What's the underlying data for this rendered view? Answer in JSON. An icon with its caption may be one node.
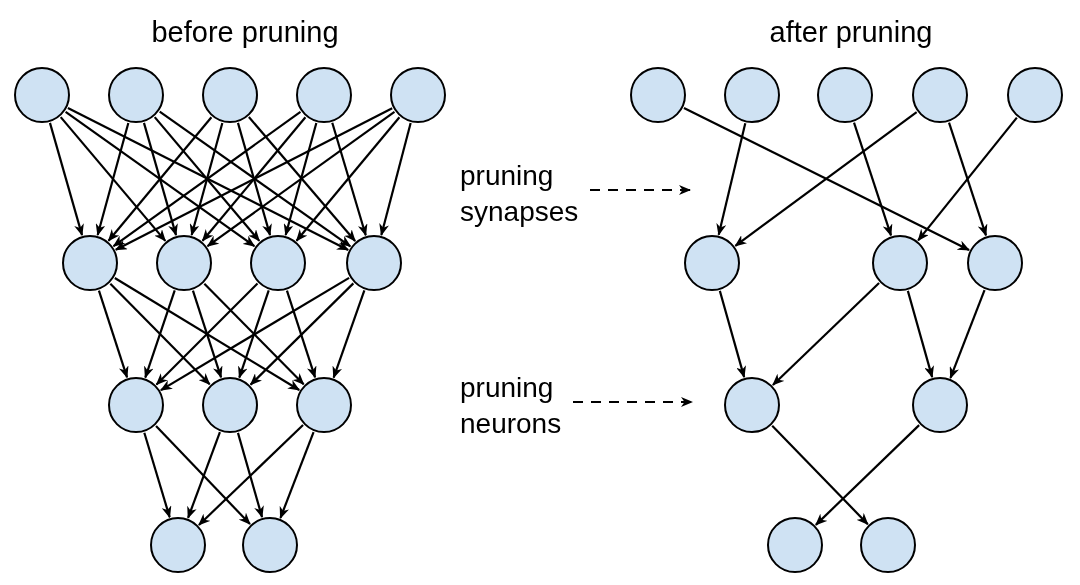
{
  "diagram": {
    "nodes": [
      {
        "text": [],
        "shape": "circle"
      },
      {
        "text": [],
        "shape": "circle"
      },
      {
        "text": [],
        "shape": "circle"
      },
      {
        "text": [],
        "shape": "circle"
      },
      {
        "text": [],
        "shape": "circle"
      },
      {
        "text": [],
        "shape": "circle"
      },
      {
        "text": [],
        "shape": "circle"
      },
      {
        "text": [],
        "shape": "circle"
      },
      {
        "text": [],
        "shape": "circle"
      },
      {
        "text": [],
        "shape": "circle"
      },
      {
        "text": [],
        "shape": "circle"
      },
      {
        "text": [],
        "shape": "circle"
      },
      {
        "text": [],
        "shape": "circle"
      },
      {
        "text": [],
        "shape": "circle"
      },
      {
        "text": [],
        "shape": "circle"
      },
      {
        "text": [],
        "shape": "circle"
      },
      {
        "text": [],
        "shape": "circle"
      },
      {
        "text": [],
        "shape": "circle"
      },
      {
        "text": [],
        "shape": "circle"
      },
      {
        "text": [],
        "shape": "circle"
      },
      {
        "text": [],
        "shape": "circle"
      },
      {
        "text": [],
        "shape": "circle"
      },
      {
        "text": [],
        "shape": "circle"
      },
      {
        "text": [],
        "shape": "circle"
      },
      {
        "text": [],
        "shape": "circle"
      },
      {
        "text": [],
        "shape": "circle"
      },
      {
        "text": [
          "pruning synapses"
        ]
      },
      {
        "text": [
          "pruning neurons"
        ]
      }
    ],
    "edges": [
      {
        "from": 0,
        "to": 5,
        "arrow": "to"
      },
      {
        "from": 0,
        "to": 6,
        "arrow": "to"
      },
      {
        "from": 0,
        "to": 7,
        "arrow": "to"
      },
      {
        "from": 0,
        "to": 8,
        "arrow": "to"
      },
      {
        "from": 1,
        "to": 5,
        "arrow": "to"
      },
      {
        "from": 1,
        "to": 6,
        "arrow": "to"
      },
      {
        "from": 1,
        "to": 7,
        "arrow": "to"
      },
      {
        "from": 1,
        "to": 8,
        "arrow": "to"
      },
      {
        "from": 2,
        "to": 5,
        "arrow": "to"
      },
      {
        "from": 2,
        "to": 6,
        "arrow": "to"
      },
      {
        "from": 2,
        "to": 7,
        "arrow": "to"
      },
      {
        "from": 2,
        "to": 8,
        "arrow": "to"
      },
      {
        "from": 3,
        "to": 5,
        "arrow": "to"
      },
      {
        "from": 3,
        "to": 6,
        "arrow": "to"
      },
      {
        "from": 3,
        "to": 7,
        "arrow": "to"
      },
      {
        "from": 3,
        "to": 8,
        "arrow": "to"
      },
      {
        "from": 4,
        "to": 5,
        "arrow": "to"
      },
      {
        "from": 4,
        "to": 6,
        "arrow": "to"
      },
      {
        "from": 4,
        "to": 7,
        "arrow": "to"
      },
      {
        "from": 4,
        "to": 8,
        "arrow": "to"
      },
      {
        "from": 5,
        "to": 9,
        "arrow": "to"
      },
      {
        "from": 5,
        "to": 10,
        "arrow": "to"
      },
      {
        "from": 5,
        "to": 11,
        "arrow": "to"
      },
      {
        "from": 6,
        "to": 9,
        "arrow": "to"
      },
      {
        "from": 6,
        "to": 10,
        "arrow": "to"
      },
      {
        "from": 6,
        "to": 11,
        "arrow": "to"
      },
      {
        "from": 7,
        "to": 9,
        "arrow": "to"
      },
      {
        "from": 7,
        "to": 10,
        "arrow": "to"
      },
      {
        "from": 7,
        "to": 11,
        "arrow": "to"
      },
      {
        "from": 8,
        "to": 9,
        "arrow": "to"
      },
      {
        "from": 8,
        "to": 10,
        "arrow": "to"
      },
      {
        "from": 8,
        "to": 11,
        "arrow": "to"
      },
      {
        "from": 9,
        "to": 12,
        "arrow": "to"
      },
      {
        "from": 9,
        "to": 13,
        "arrow": "to"
      },
      {
        "from": 10,
        "to": 12,
        "arrow": "to"
      },
      {
        "from": 10,
        "to": 13,
        "arrow": "to"
      },
      {
        "from": 11,
        "to": 12,
        "arrow": "to"
      },
      {
        "from": 11,
        "to": 13,
        "arrow": "to"
      },
      {
        "from": 14,
        "to": 21,
        "arrow": "to"
      },
      {
        "from": 15,
        "to": 19,
        "arrow": "to"
      },
      {
        "from": 16,
        "to": 20,
        "arrow": "to"
      },
      {
        "from": 17,
        "to": 19,
        "arrow": "to"
      },
      {
        "from": 17,
        "to": 21,
        "arrow": "to"
      },
      {
        "from": 18,
        "to": 20,
        "arrow": "to"
      },
      {
        "from": 19,
        "to": 22,
        "arrow": "to"
      },
      {
        "from": 20,
        "to": 22,
        "arrow": "to"
      },
      {
        "from": 20,
        "to": 23,
        "arrow": "to"
      },
      {
        "from": 21,
        "to": 23,
        "arrow": "to"
      },
      {
        "from": 22,
        "to": 25,
        "arrow": "to"
      },
      {
        "from": 23,
        "to": 24,
        "arrow": "to"
      },
      {
        "from": 26,
        "to": null,
        "arrow": "to",
        "style": "dashed"
      },
      {
        "from": 27,
        "to": null,
        "arrow": "to",
        "style": "dashed"
      }
    ],
    "labels": [
      "before pruning",
      "after pruning"
    ]
  }
}
